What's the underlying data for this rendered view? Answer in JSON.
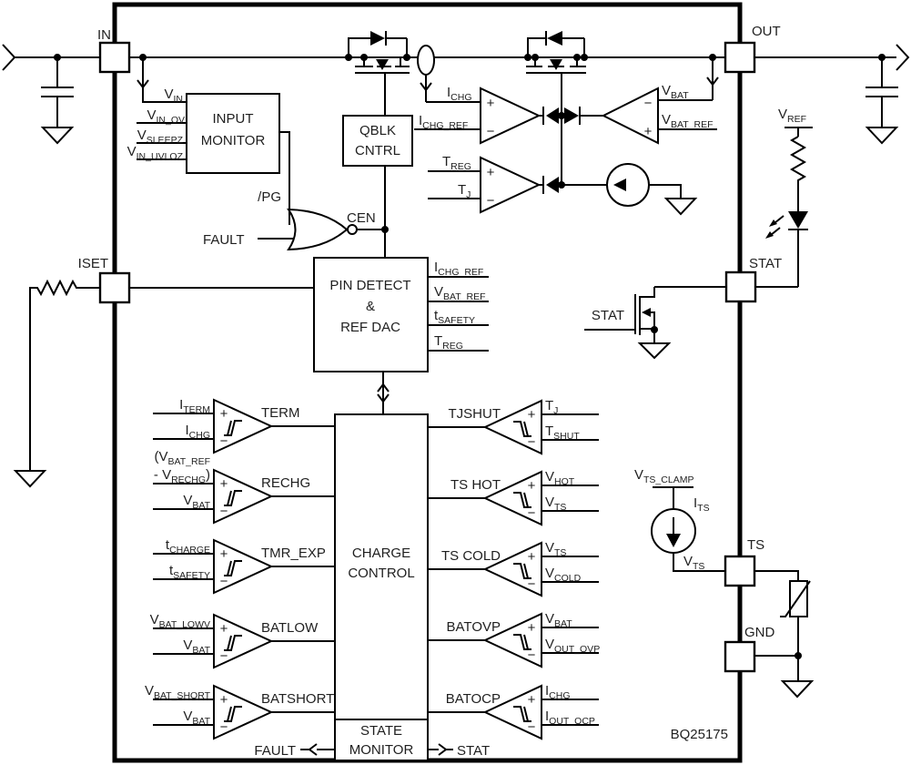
{
  "part_number": "BQ25175",
  "signs": {
    "plus": "+",
    "minus": "−"
  },
  "pins": {
    "in": "IN",
    "out": "OUT",
    "iset": "ISET",
    "stat": "STAT",
    "ts": "TS",
    "gnd": "GND"
  },
  "blocks": {
    "input_monitor": {
      "line1": "INPUT",
      "line2": "MONITOR"
    },
    "qblk_cntrl": {
      "line1": "QBLK",
      "line2": "CNTRL"
    },
    "pin_detect": {
      "line1": "PIN DETECT",
      "line2": "&",
      "line3": "REF DAC"
    },
    "charge_control": {
      "line1": "CHARGE",
      "line2": "CONTROL"
    },
    "state_monitor": {
      "line1": "STATE",
      "line2": "MONITOR"
    }
  },
  "labels": {
    "vin": [
      {
        "t": "V"
      },
      {
        "s": "IN"
      }
    ],
    "vin_ov": [
      {
        "t": "V"
      },
      {
        "s": "IN_OV"
      }
    ],
    "vsleepz": [
      {
        "t": "V"
      },
      {
        "s": "SLEEPZ"
      }
    ],
    "vin_uvloz": [
      {
        "t": "V"
      },
      {
        "s": "IN_UVLOZ"
      }
    ],
    "pg": [
      {
        "t": "/PG"
      }
    ],
    "fault": [
      {
        "t": "FAULT"
      }
    ],
    "cen": [
      {
        "t": "CEN"
      }
    ],
    "ichg": [
      {
        "t": "I"
      },
      {
        "s": "CHG"
      }
    ],
    "ichg_ref": [
      {
        "t": "I"
      },
      {
        "s": "CHG_REF"
      }
    ],
    "treg": [
      {
        "t": "T"
      },
      {
        "s": "REG"
      }
    ],
    "tj": [
      {
        "t": "T"
      },
      {
        "s": "J"
      }
    ],
    "vbat": [
      {
        "t": "V"
      },
      {
        "s": "BAT"
      }
    ],
    "vbat_ref": [
      {
        "t": "V"
      },
      {
        "s": "BAT_REF"
      }
    ],
    "tsafety": [
      {
        "t": "t"
      },
      {
        "s": "SAFETY"
      }
    ],
    "vref": [
      {
        "t": "V"
      },
      {
        "s": "REF"
      }
    ],
    "stat": [
      {
        "t": "STAT"
      }
    ],
    "vts_clamp": [
      {
        "t": "V"
      },
      {
        "s": "TS_CLAMP"
      }
    ],
    "its": [
      {
        "t": "I"
      },
      {
        "s": "TS"
      }
    ],
    "vts": [
      {
        "t": "V"
      },
      {
        "s": "TS"
      }
    ]
  },
  "comparators_left": [
    {
      "name": "TERM",
      "plus": [
        [
          {
            "t": "I"
          },
          {
            "s": "TERM"
          }
        ]
      ],
      "minus": [
        [
          {
            "t": "I"
          },
          {
            "s": "CHG"
          }
        ]
      ]
    },
    {
      "name": "RECHG",
      "plus": [
        [
          {
            "t": "(V"
          },
          {
            "s": "BAT_REF"
          }
        ],
        [
          {
            "t": "- V"
          },
          {
            "s": "RECHG"
          },
          {
            "t": ")"
          }
        ]
      ],
      "minus": [
        [
          {
            "t": "V"
          },
          {
            "s": "BAT"
          }
        ]
      ]
    },
    {
      "name": "TMR_EXP",
      "plus": [
        [
          {
            "t": "t"
          },
          {
            "s": "CHARGE"
          }
        ]
      ],
      "minus": [
        [
          {
            "t": "t"
          },
          {
            "s": "SAFETY"
          }
        ]
      ]
    },
    {
      "name": "BATLOW",
      "plus": [
        [
          {
            "t": "V"
          },
          {
            "s": "BAT_LOWV"
          }
        ]
      ],
      "minus": [
        [
          {
            "t": "V"
          },
          {
            "s": "BAT"
          }
        ]
      ]
    },
    {
      "name": "BATSHORT",
      "plus": [
        [
          {
            "t": "V"
          },
          {
            "s": "BAT_SHORT"
          }
        ]
      ],
      "minus": [
        [
          {
            "t": "V"
          },
          {
            "s": "BAT"
          }
        ]
      ]
    }
  ],
  "comparators_right": [
    {
      "name": "TJSHUT",
      "plus": [
        [
          {
            "t": "T"
          },
          {
            "s": "J"
          }
        ]
      ],
      "minus": [
        [
          {
            "t": "T"
          },
          {
            "s": "SHUT"
          }
        ]
      ]
    },
    {
      "name": "TS HOT",
      "plus": [
        [
          {
            "t": "V"
          },
          {
            "s": "HOT"
          }
        ]
      ],
      "minus": [
        [
          {
            "t": "V"
          },
          {
            "s": "TS"
          }
        ]
      ]
    },
    {
      "name": "TS COLD",
      "plus": [
        [
          {
            "t": "V"
          },
          {
            "s": "TS"
          }
        ]
      ],
      "minus": [
        [
          {
            "t": "V"
          },
          {
            "s": "COLD"
          }
        ]
      ]
    },
    {
      "name": "BATOVP",
      "plus": [
        [
          {
            "t": "V"
          },
          {
            "s": "BAT"
          }
        ]
      ],
      "minus": [
        [
          {
            "t": "V"
          },
          {
            "s": "OUT_OVP"
          }
        ]
      ]
    },
    {
      "name": "BATOCP",
      "plus": [
        [
          {
            "t": "I"
          },
          {
            "s": "CHG"
          }
        ]
      ],
      "minus": [
        [
          {
            "t": "I"
          },
          {
            "s": "OUT_OCP"
          }
        ]
      ]
    }
  ]
}
